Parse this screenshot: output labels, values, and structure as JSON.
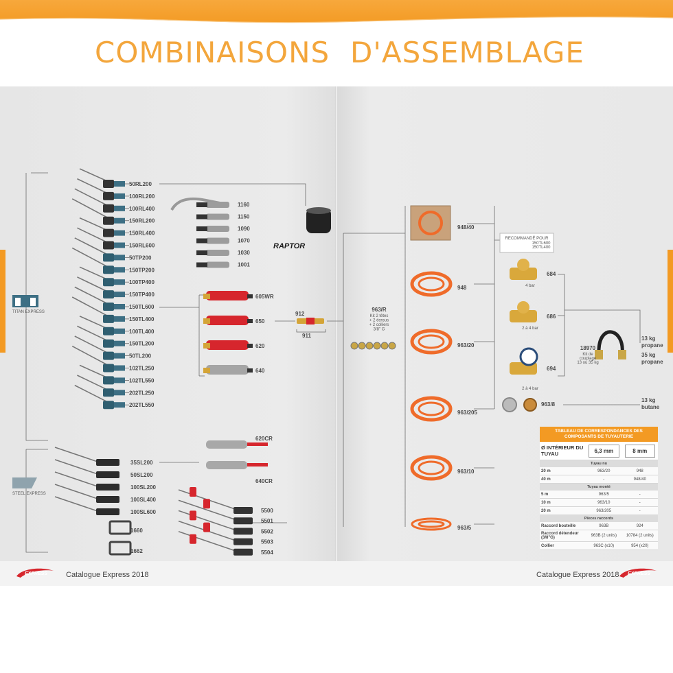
{
  "title_left": "COMBINAISONS",
  "title_right": "D'ASSEMBLAGE",
  "footer": {
    "left_text": "Catalogue Express 2018",
    "right_text": "Catalogue Express 2018",
    "logo_text": "EXPRESS"
  },
  "brands": {
    "titan": "TITAN EXPRESS",
    "steel": "STEEL EXPRESS",
    "raptor": "RAPTOR"
  },
  "left_codes": [
    "50RL200",
    "100RL200",
    "100RL400",
    "150RL200",
    "150RL400",
    "150RL600",
    "50TP200",
    "150TP200",
    "100TP400",
    "150TP400",
    "150TL600",
    "150TL400",
    "100TL400",
    "150TL200",
    "50TL200",
    "102TL250",
    "102TL550",
    "202TL250",
    "202TL550"
  ],
  "steel_codes": [
    "35SL200",
    "50SL200",
    "100SL200",
    "100SL400",
    "100SL600",
    "1660",
    "1662"
  ],
  "burner_codes": [
    "1160",
    "1150",
    "1090",
    "1070",
    "1030",
    "1001"
  ],
  "handle_codes": [
    "605WR",
    "650",
    "620",
    "640"
  ],
  "connector": {
    "a": "912",
    "b": "911"
  },
  "cr_codes": [
    "620CR",
    "640CR"
  ],
  "torch_codes": [
    "5500",
    "5501",
    "5502",
    "5503",
    "5504"
  ],
  "kit": {
    "code": "963/R",
    "lines": [
      "Kit 2 têtes",
      "+ 2 écrous",
      "+ 2 colliers",
      "3/8\" G"
    ]
  },
  "hoses": [
    "948/40",
    "948",
    "963/20",
    "963/205",
    "963/10",
    "963/5"
  ],
  "recommended": {
    "label": "RECOMMANDÉ POUR",
    "items": [
      "150TL600",
      "150TL400"
    ]
  },
  "regulators": [
    {
      "code": "684",
      "note": "4 bar"
    },
    {
      "code": "686",
      "note": "2 à 4 bar"
    },
    {
      "code": "694",
      "note": "2 à 4 bar"
    }
  ],
  "coupler": {
    "code": "18970",
    "lines": [
      "Kit de",
      "couplage",
      "13 ou 35 kg"
    ]
  },
  "bottle_adapter": "963/8",
  "gas": [
    {
      "l1": "13 kg",
      "l2": "propane"
    },
    {
      "l1": "35 kg",
      "l2": "propane"
    },
    {
      "l1": "13 kg",
      "l2": "butane"
    }
  ],
  "table": {
    "title": "TABLEAU DE CORRESPONDANCES DES COMPOSANTS DE TUYAUTERIE",
    "head": [
      "Ø INTÉRIEUR DU TUYAU",
      "6,3 mm",
      "8 mm"
    ],
    "sections": [
      {
        "name": "Tuyau nu",
        "rows": [
          [
            "20 m",
            "963/20",
            "948"
          ],
          [
            "40 m",
            "-",
            "948/40"
          ]
        ]
      },
      {
        "name": "Tuyau monté",
        "rows": [
          [
            "5 m",
            "963/5",
            "-"
          ],
          [
            "10 m",
            "963/10",
            "-"
          ],
          [
            "20 m",
            "963/205",
            "-"
          ]
        ]
      },
      {
        "name": "Pièces raccords",
        "rows": [
          [
            "Raccord bouteille",
            "963B",
            "924"
          ],
          [
            "Raccord détendeur (3/8\"G)",
            "963B (2 units)",
            "10784 (2 units)"
          ],
          [
            "Collier",
            "963C (x10)",
            "954 (x20)"
          ]
        ]
      }
    ]
  },
  "colors": {
    "orange": "#f39a23",
    "title": "#f3a63c",
    "hose": "#ef6b2a",
    "red": "#d6262d",
    "teal": "#3d6f84"
  }
}
